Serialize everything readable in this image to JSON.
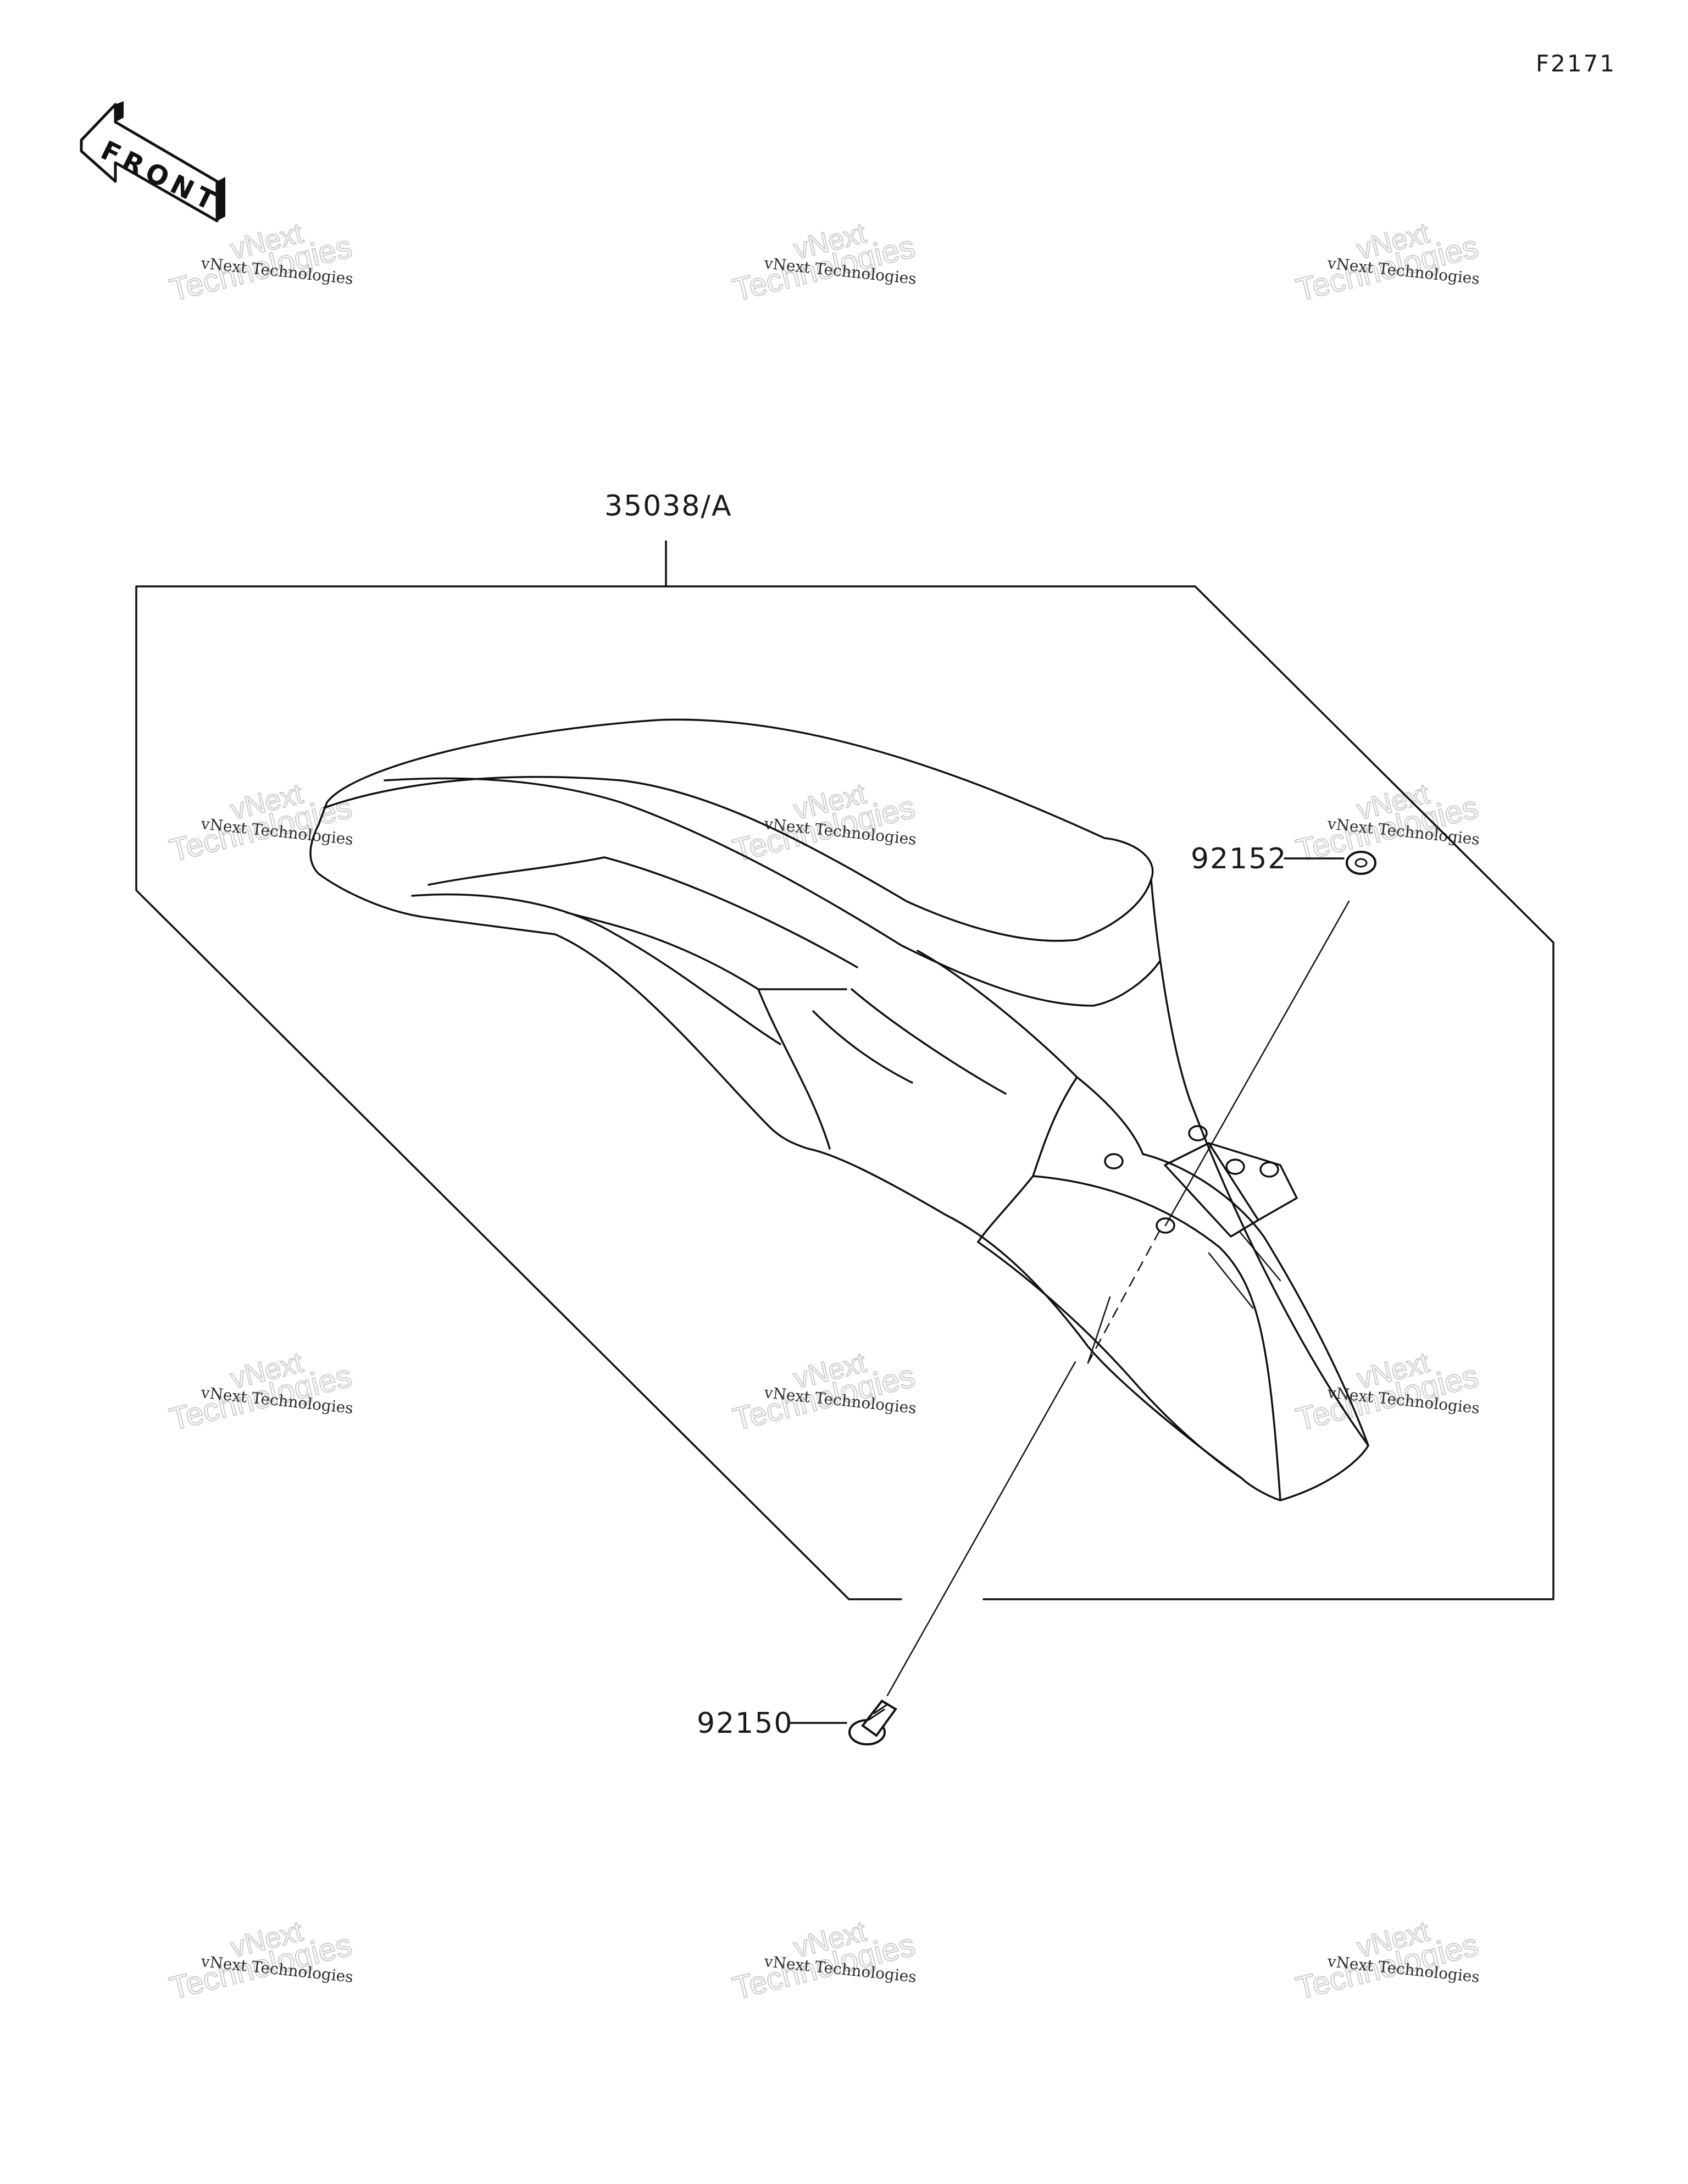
{
  "diagram": {
    "figure_code": "F2171",
    "front_indicator": "FRONT",
    "callouts": {
      "fender_assembly": "35038/A",
      "nut": "92152",
      "bolt": "92150"
    },
    "watermark": {
      "line_small": "vNext Technologies",
      "line_big_a": "vNext",
      "line_big_b": "Technologies"
    }
  }
}
